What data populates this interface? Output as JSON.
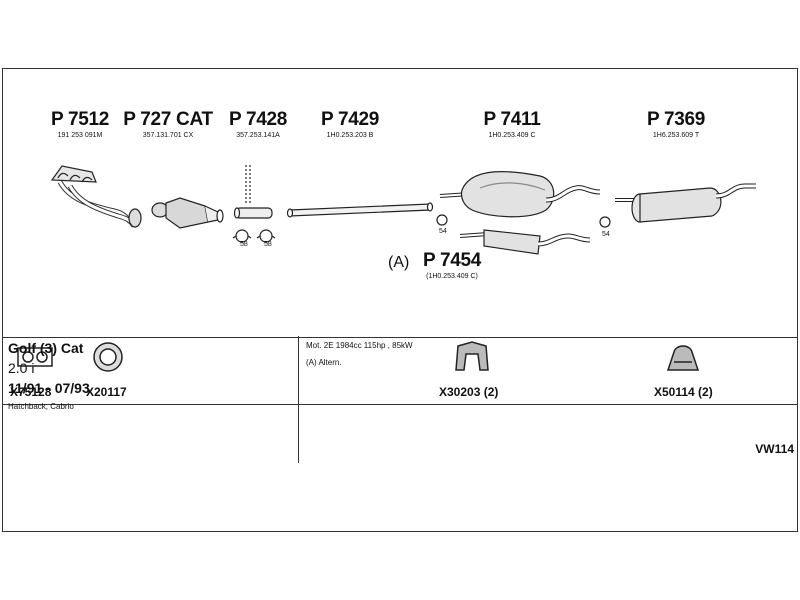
{
  "parts": [
    {
      "number": "P 7512",
      "oe": "191 253 091M"
    },
    {
      "number": "P 727 CAT",
      "oe": "357.131.701 CX"
    },
    {
      "number": "P 7428",
      "oe": "357.253.141A"
    },
    {
      "number": "P 7429",
      "oe": "1H0.253.203 B"
    },
    {
      "number": "P 7411",
      "oe": "1H0.253.409 C"
    },
    {
      "number": "P 7369",
      "oe": "1H6.253.609 T"
    }
  ],
  "alternative": {
    "prefix": "(A)",
    "number": "P 7454",
    "oe": "(1H0.253.409 C)"
  },
  "clamps": {
    "c1": "58",
    "c2": "58",
    "c3": "54",
    "c4": "54"
  },
  "accessories": [
    {
      "code": "X75128"
    },
    {
      "code": "X20117"
    },
    {
      "code": "X30203 (2)"
    },
    {
      "code": "X50114 (2)"
    }
  ],
  "vehicle": {
    "model": "Golf (3) Cat",
    "engine": "2.0 i",
    "years": "11/91 - 07/93",
    "body": "Hatchback, Cabrio"
  },
  "specs": {
    "engine": "Mot. 2E 1984cc 115hp , 85kW",
    "note": "(A) Altern."
  },
  "diagram_code": "VW114"
}
